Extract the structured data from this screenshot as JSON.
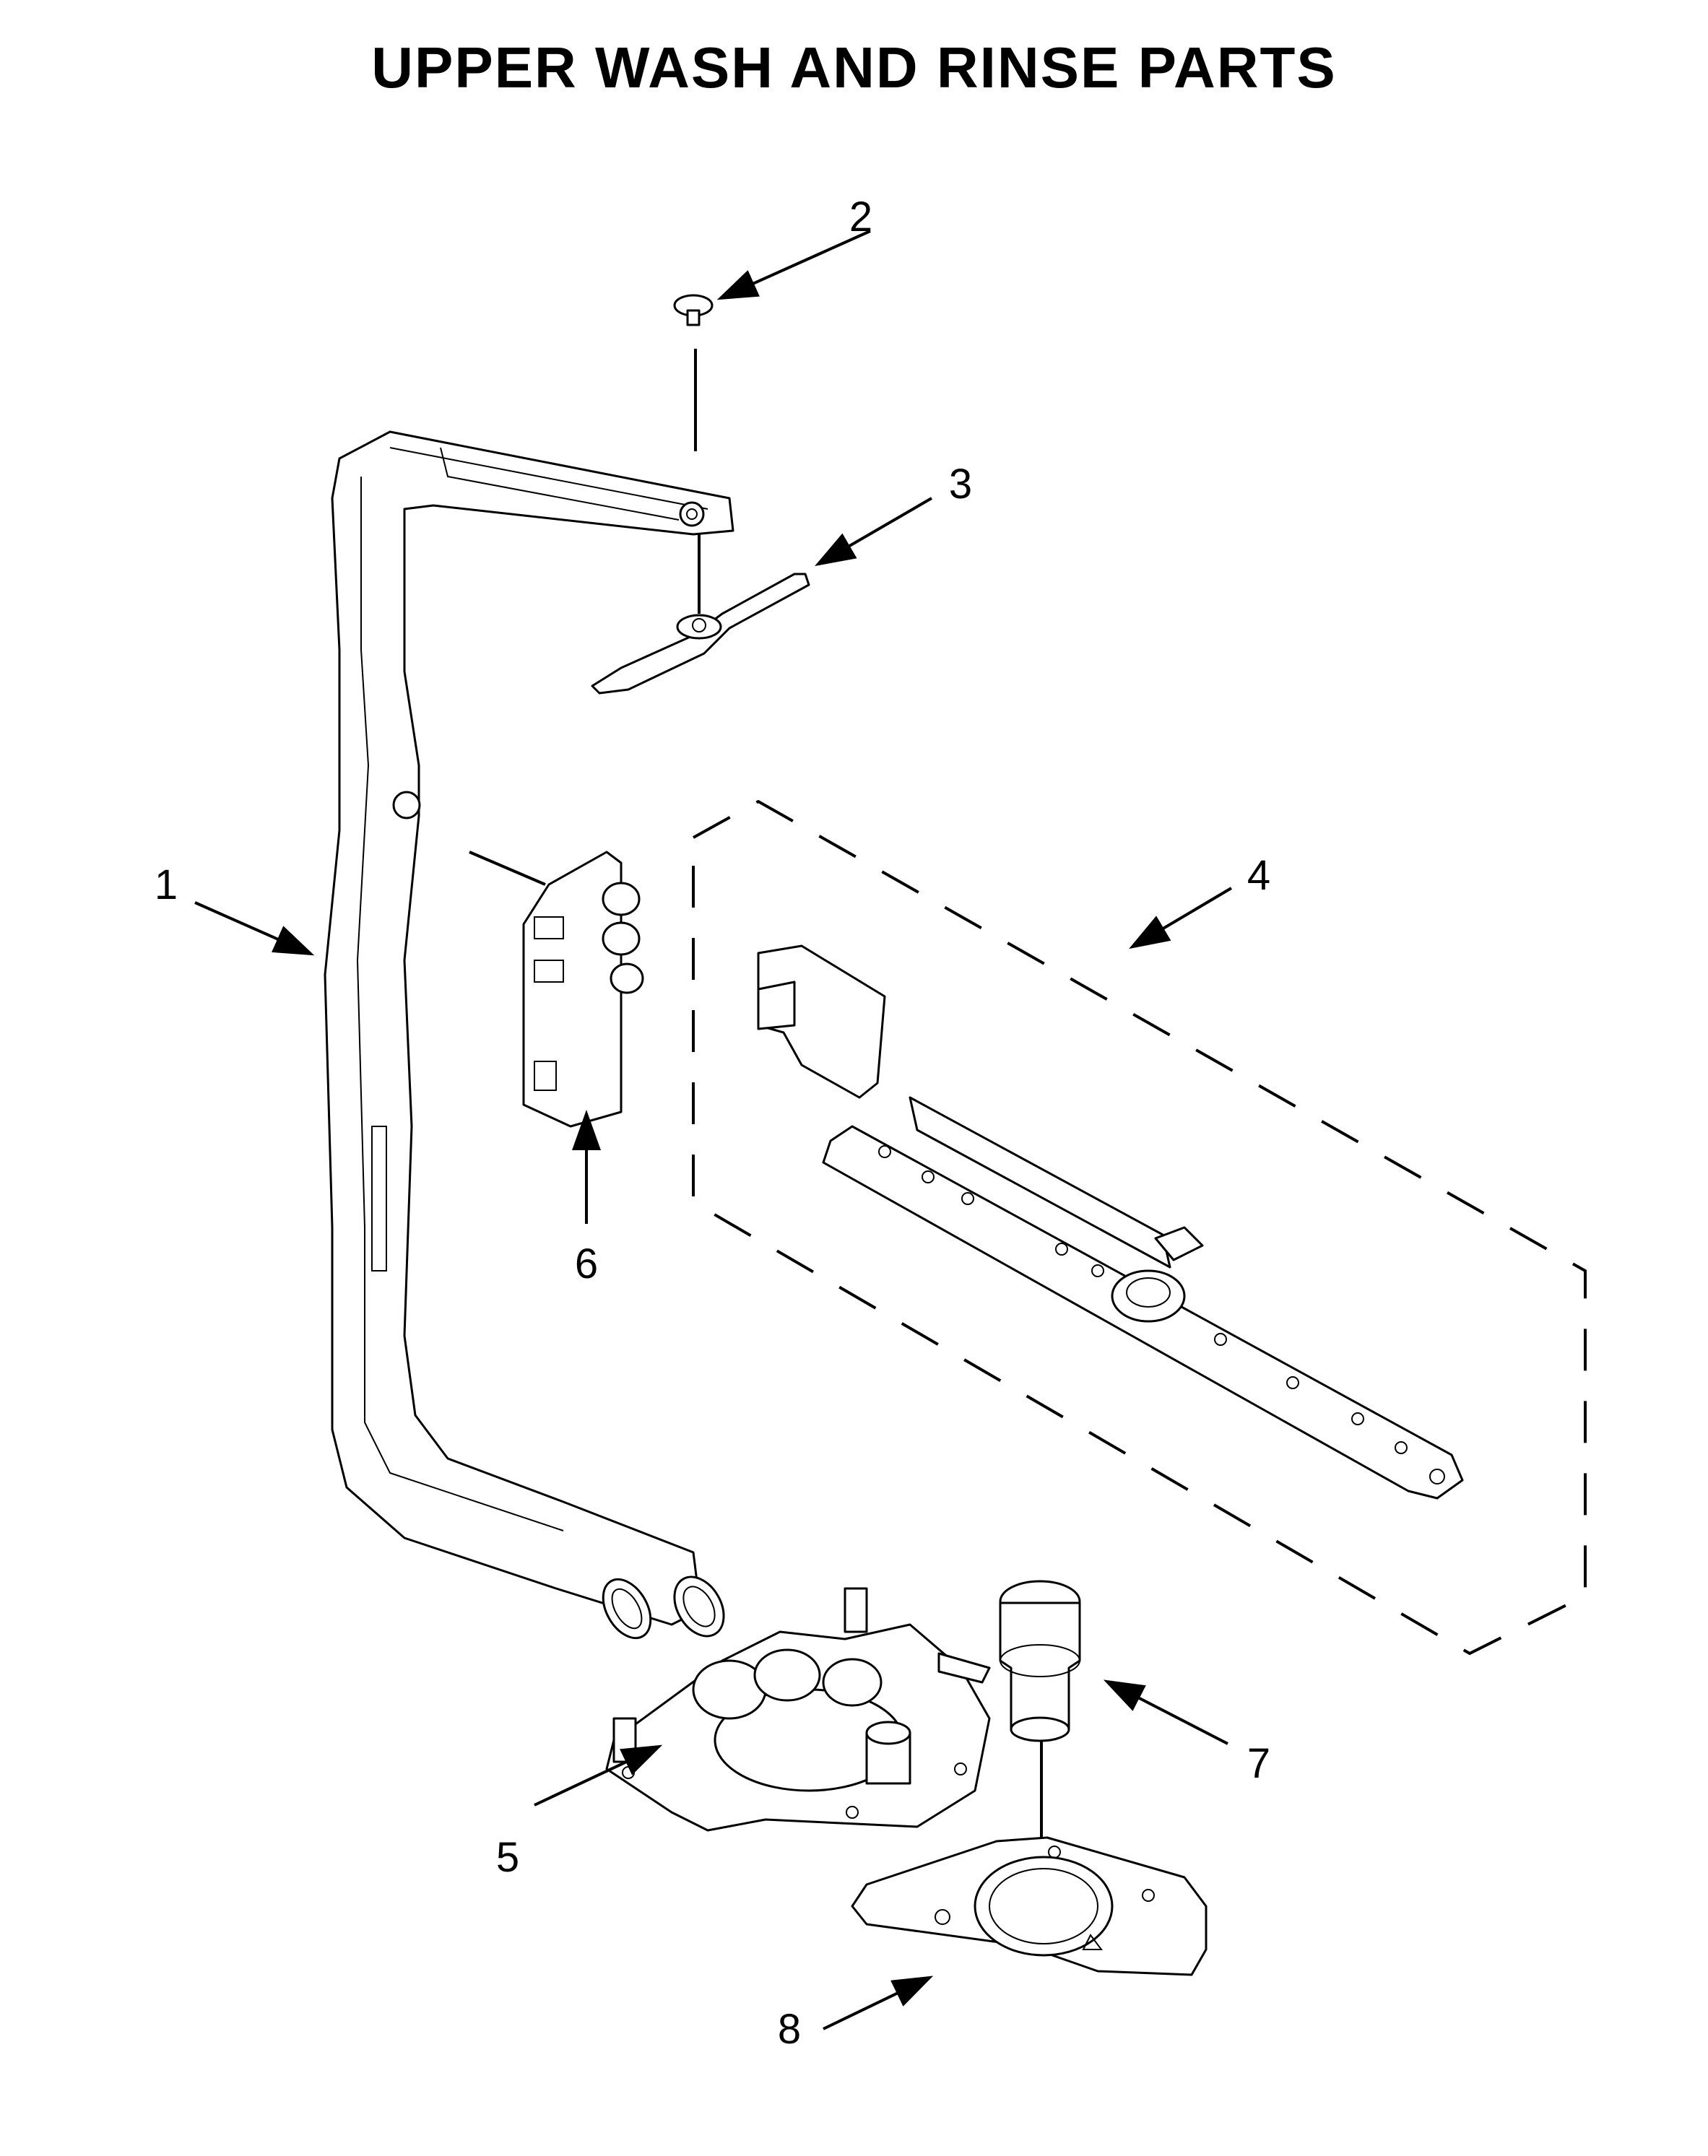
{
  "title": "UPPER WASH AND RINSE PARTS",
  "callouts": [
    {
      "id": "1",
      "label": "1"
    },
    {
      "id": "2",
      "label": "2"
    },
    {
      "id": "3",
      "label": "3"
    },
    {
      "id": "4",
      "label": "4"
    },
    {
      "id": "5",
      "label": "5"
    },
    {
      "id": "6",
      "label": "6"
    },
    {
      "id": "7",
      "label": "7"
    },
    {
      "id": "8",
      "label": "8"
    }
  ]
}
